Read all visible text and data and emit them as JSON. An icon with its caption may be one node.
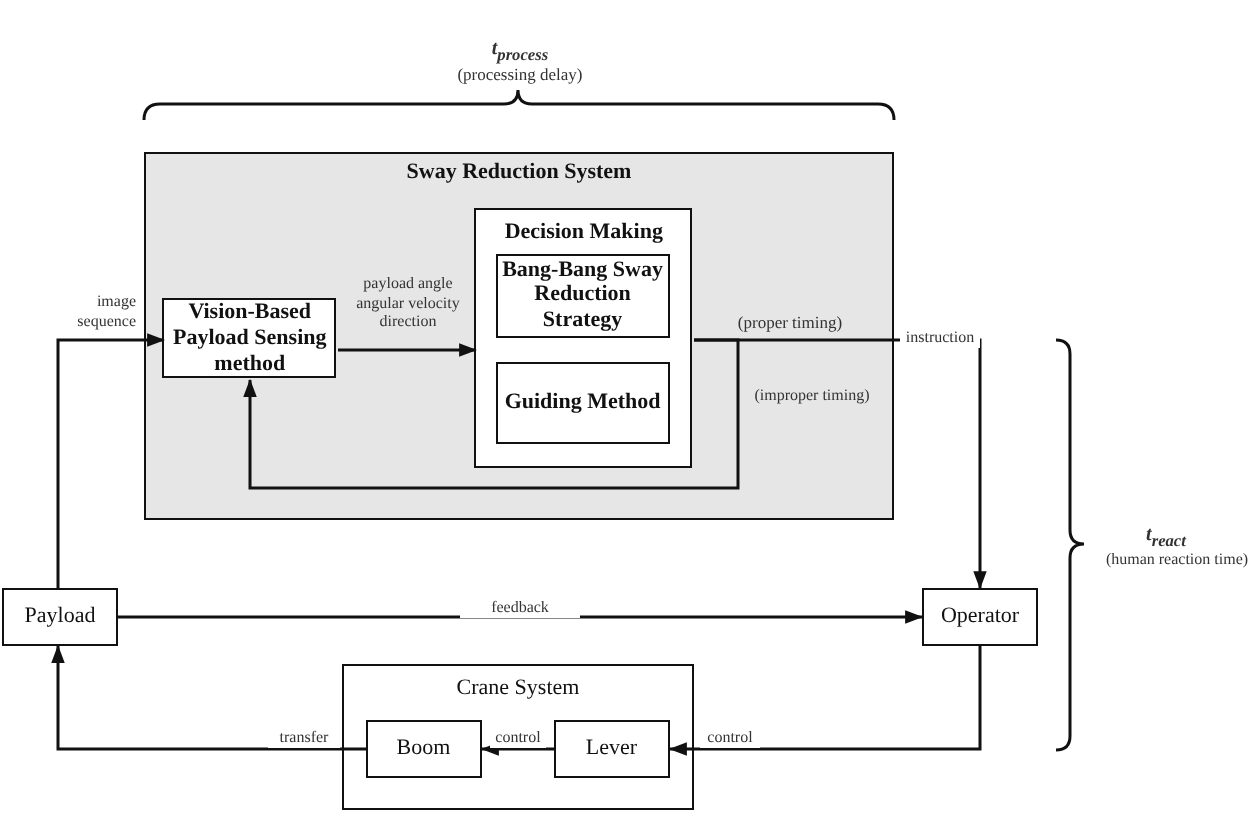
{
  "diagram": {
    "nodes": [
      {
        "text": [
          "Sway Reduction System"
        ]
      },
      {
        "text": [
          "Vision-Based Payload Sensing method"
        ],
        "in": 0
      },
      {
        "text": [
          "Decision Making"
        ],
        "in": 0
      },
      {
        "text": [
          "Bang-Bang Sway Reduction Strategy"
        ],
        "in": 2
      },
      {
        "text": [
          "Guiding Method"
        ],
        "in": 2
      },
      {
        "text": [
          "Payload"
        ]
      },
      {
        "text": [
          "Operator"
        ]
      },
      {
        "text": [
          "Crane System"
        ]
      },
      {
        "text": [
          "Boom"
        ],
        "in": 7
      },
      {
        "text": [
          "Lever"
        ],
        "in": 7
      }
    ],
    "edges": [
      {
        "from": 5,
        "to": 1,
        "arrow": "to",
        "label": "image sequence"
      },
      {
        "from": 1,
        "to": 2,
        "arrow": "to",
        "label": "payload angle angular velocity direction"
      },
      {
        "from": 2,
        "to": 6,
        "arrow": "to",
        "label": "instruction"
      },
      {
        "from": 2,
        "to": 1,
        "arrow": "to",
        "label": "(improper timing)"
      },
      {
        "from": 5,
        "to": 6,
        "arrow": "to",
        "label": "feedback"
      },
      {
        "from": 6,
        "to": 9,
        "arrow": "to",
        "label": "control"
      },
      {
        "from": 9,
        "to": 8,
        "arrow": "to",
        "label": "control"
      },
      {
        "from": 8,
        "to": 5,
        "arrow": "to",
        "label": "transfer"
      }
    ],
    "labels": [
      "t$_{process}$",
      "(processing delay)",
      "(proper timing)",
      "t$_{react}$",
      "(human reaction time)"
    ]
  }
}
